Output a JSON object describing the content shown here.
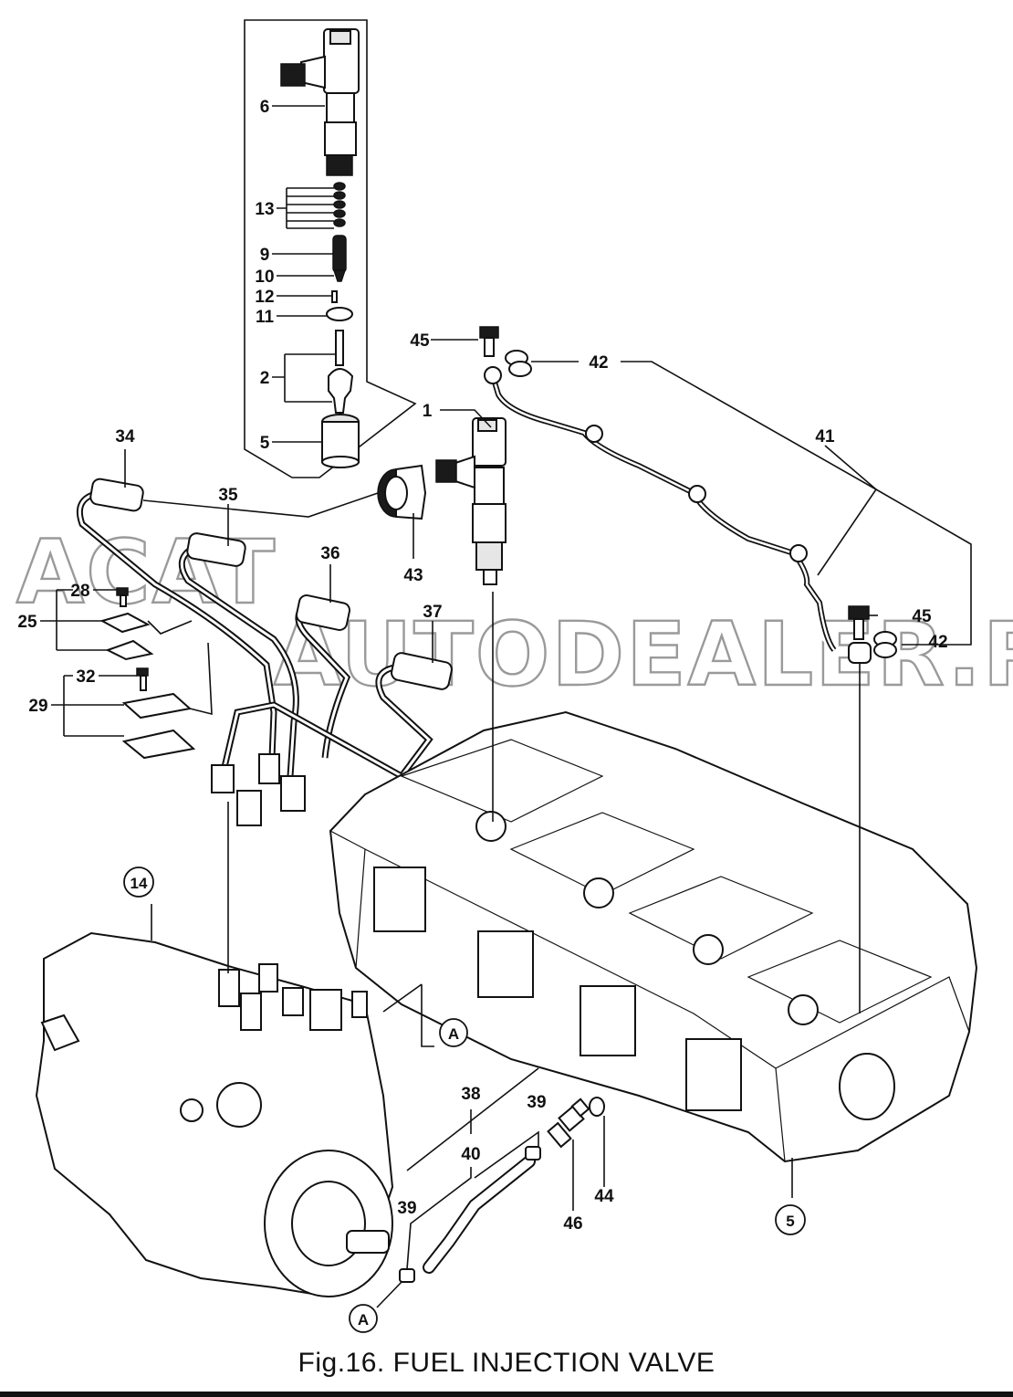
{
  "caption": "Fig.16.  FUEL INJECTION VALVE",
  "watermark": "ACAT-AUTODEALER.RU",
  "callouts": {
    "c1": "1",
    "c2": "2",
    "c5": "5",
    "c6": "6",
    "c9": "9",
    "c10": "10",
    "c11": "11",
    "c12": "12",
    "c13": "13",
    "c25": "25",
    "c28": "28",
    "c29": "29",
    "c32": "32",
    "c34": "34",
    "c35": "35",
    "c36": "36",
    "c37": "37",
    "c38": "38",
    "c39a": "39",
    "c39b": "39",
    "c40": "40",
    "c41": "41",
    "c42a": "42",
    "c42b": "42",
    "c43": "43",
    "c44": "44",
    "c45a": "45",
    "c45b": "45",
    "c46": "46"
  },
  "circled_refs": {
    "r14": "14",
    "r5": "5",
    "rA1": "A",
    "rA2": "A"
  }
}
